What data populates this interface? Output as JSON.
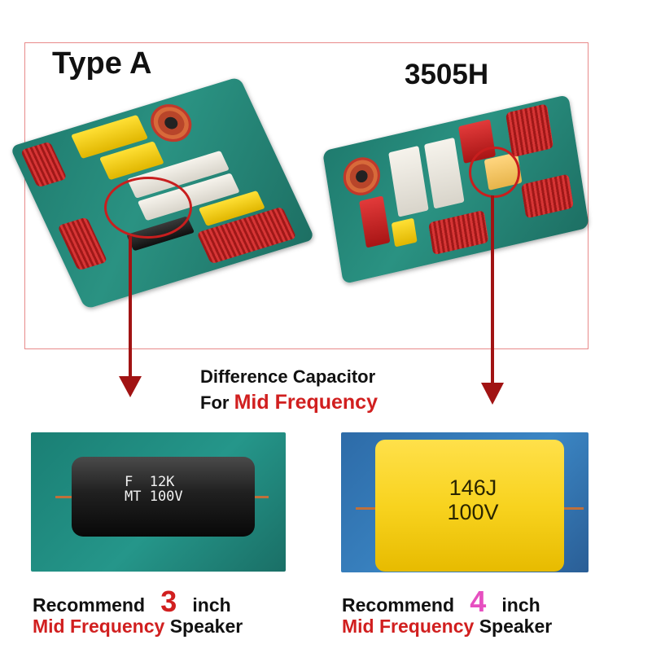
{
  "top": {
    "left_label": "Type A",
    "right_label": "3505H"
  },
  "caption": {
    "line1": "Difference Capacitor",
    "line2_prefix": "For",
    "line2_highlight": "Mid Frequency"
  },
  "photos": {
    "a_capacitor_text": "F  12K\nMT 100V",
    "b_capacitor_text": "146J\n100V"
  },
  "recommend_a": {
    "word": "Recommend",
    "number": "3",
    "unit": "inch",
    "mid": "Mid Frequency",
    "speaker": "Speaker"
  },
  "recommend_b": {
    "word": "Recommend",
    "number": "4",
    "unit": "inch",
    "mid": "Mid Frequency",
    "speaker": "Speaker"
  },
  "colors": {
    "accent_red": "#d11f1f",
    "accent_pink": "#e64fc0",
    "frame": "#e88a8a"
  }
}
